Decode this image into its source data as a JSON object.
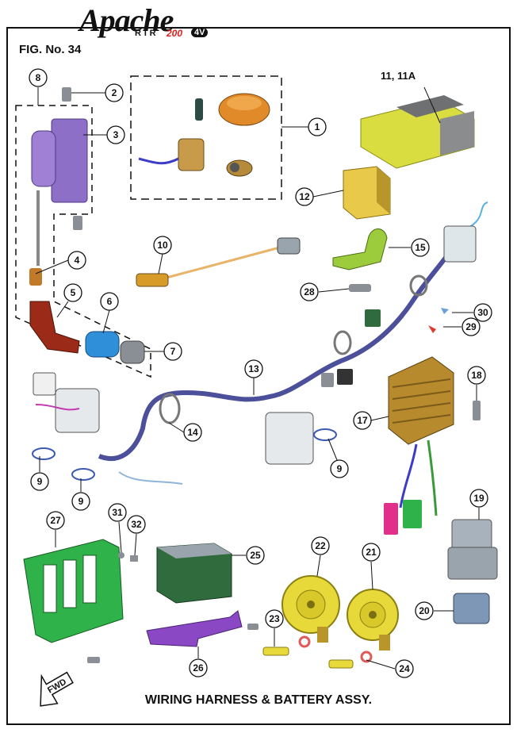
{
  "brand": {
    "logo_word": "Apache",
    "model": "RTR",
    "engine": "200",
    "variant": "4V"
  },
  "figure": {
    "label": "FIG. No. 34"
  },
  "title": "WIRING HARNESS & BATTERY ASSY.",
  "forward_label": "FWD",
  "top_right_label": "11, 11A",
  "callouts": [
    "1",
    "2",
    "3",
    "4",
    "5",
    "6",
    "7",
    "8",
    "9",
    "9",
    "9",
    "10",
    "12",
    "13",
    "14",
    "15",
    "17",
    "18",
    "19",
    "20",
    "21",
    "22",
    "23",
    "24",
    "25",
    "26",
    "27",
    "28",
    "29",
    "30",
    "31",
    "32"
  ],
  "colors": {
    "coil": "#8e6fc7",
    "cdi": "#d9dd3f",
    "relay": "#e8c94a",
    "rectifier": "#b88a2e",
    "horn": "#e7d93a",
    "battery": "#2f6b3c",
    "battery_box": "#2fb24a",
    "bracket": "#8a48c4",
    "harness": "#4c4f9a",
    "fuse_box": "#9aa4ad"
  }
}
